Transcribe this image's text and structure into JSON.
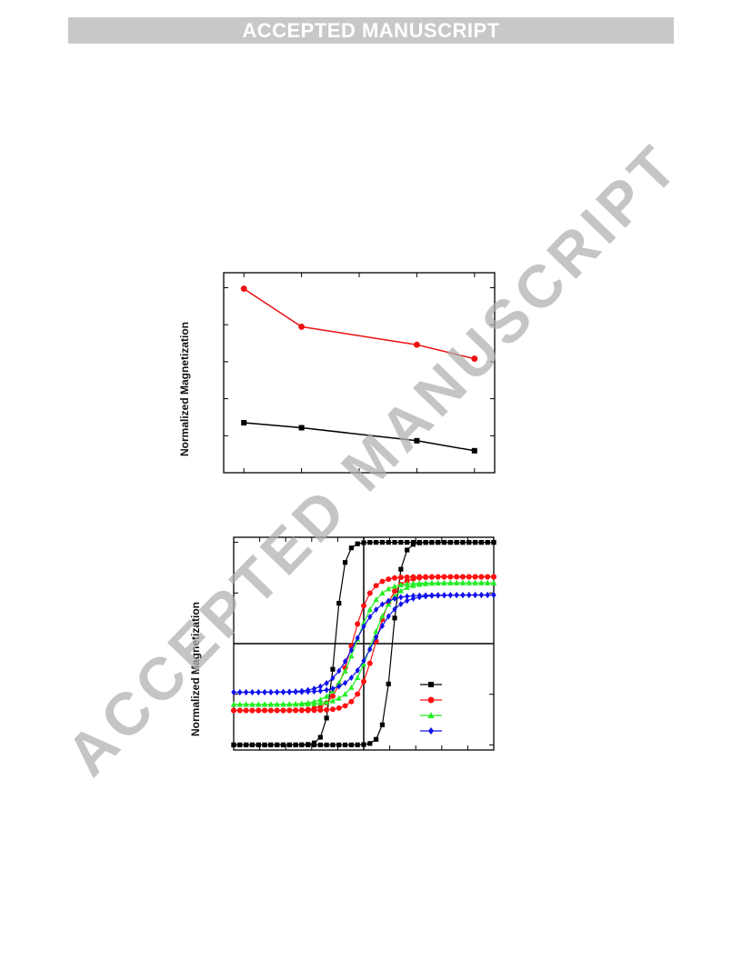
{
  "banner": {
    "text": "ACCEPTED MANUSCRIPT",
    "color": "#c8c8c8"
  },
  "watermark": {
    "text": "ACCEPTED MANUSCRIPT"
  },
  "chart_data": [
    {
      "type": "line",
      "title": "",
      "xlabel": "",
      "ylabel": "Normalized Magnetization",
      "x": [
        1,
        2,
        4,
        5
      ],
      "xlim": [
        0.65,
        5.35
      ],
      "ylim": [
        0,
        1
      ],
      "grid": false,
      "series": [
        {
          "color": "#000000",
          "marker": "square",
          "values": [
            0.25,
            0.225,
            0.16,
            0.11
          ]
        },
        {
          "color": "#ee1111",
          "marker": "circle",
          "values": [
            0.92,
            0.73,
            0.64,
            0.57
          ]
        }
      ]
    },
    {
      "type": "line",
      "title": "",
      "xlabel": "",
      "ylabel": "Normalized Magnetization",
      "xlim": [
        -1,
        1
      ],
      "ylim": [
        -1.05,
        1.05
      ],
      "grid": false,
      "legend": "bottom-right",
      "series": [
        {
          "color": "#000000",
          "marker": "square",
          "hc": 0.22,
          "w": 0.07,
          "ms": 1.0
        },
        {
          "color": "#ff1111",
          "marker": "circle",
          "hc": 0.09,
          "w": 0.14,
          "ms": 0.66
        },
        {
          "color": "#22ee22",
          "marker": "triangle",
          "hc": 0.06,
          "w": 0.17,
          "ms": 0.6
        },
        {
          "color": "#1111ee",
          "marker": "diamond",
          "hc": 0.07,
          "w": 0.19,
          "ms": 0.48
        }
      ]
    }
  ]
}
